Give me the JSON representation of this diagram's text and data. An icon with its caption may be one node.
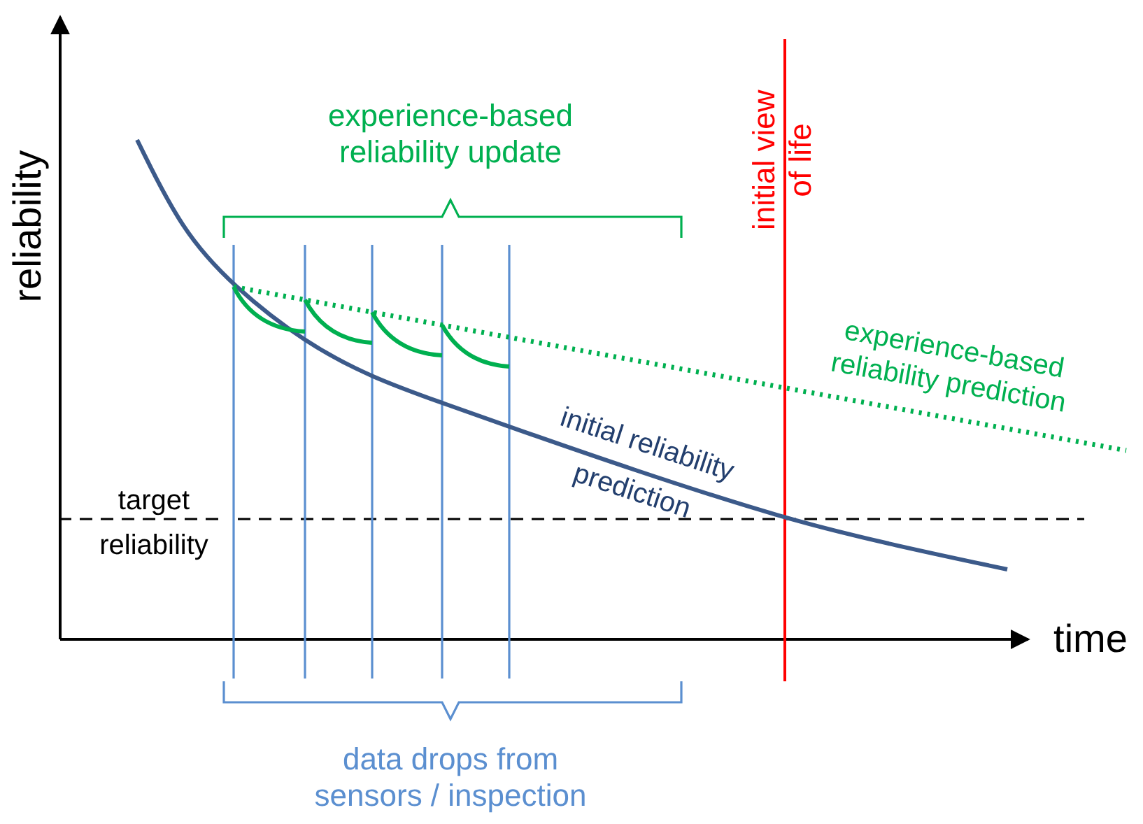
{
  "diagram": {
    "labels": [
      "experience-based reliability update",
      "initial view of life",
      "reliability",
      "experience-based reliability prediction",
      "initial reliability prediction",
      "target reliability",
      "time",
      "data drops from sensors / inspection"
    ]
  }
}
